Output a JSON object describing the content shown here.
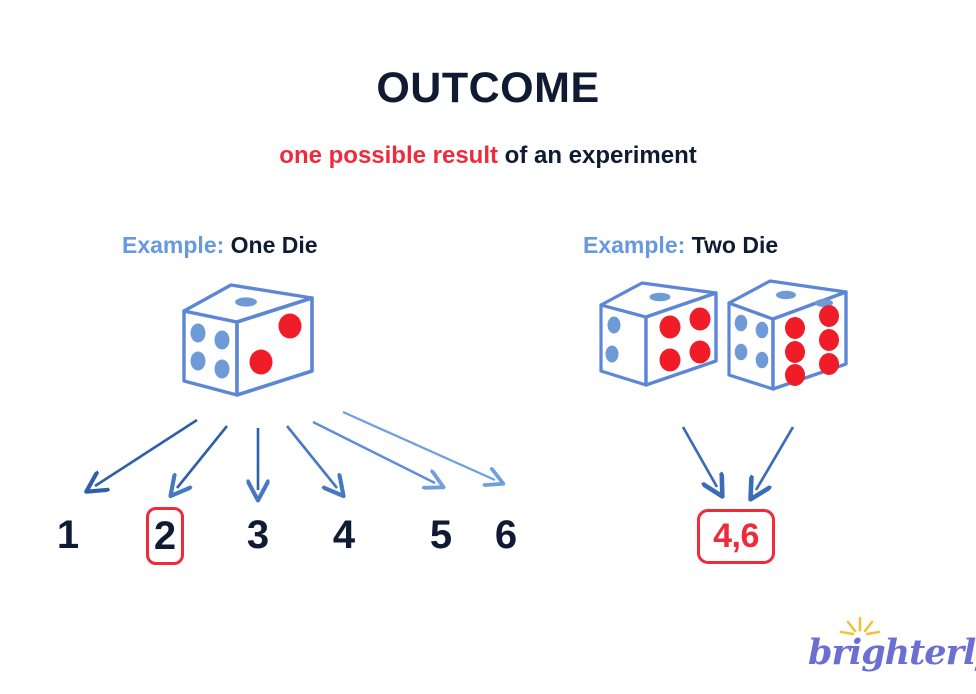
{
  "page": {
    "title": "OUTCOME",
    "subtitle": {
      "accent_text": "one possible result",
      "rest_text": " of an experiment"
    },
    "background_color": "#ffffff"
  },
  "colors": {
    "navy": "#0E1B33",
    "red": "#ED2B3A",
    "blue_accent": "#6699E0",
    "die_outline": "#5C86D6",
    "pip_blue": "#6E9BD8",
    "pip_red": "#F01C28",
    "arrow_blue_dark": "#2F5FA8",
    "arrow_blue_light": "#6FA0DC",
    "logo_purple": "#6B6FD4",
    "logo_yellow": "#F5C13B"
  },
  "examples": {
    "one_die": {
      "lead_label": "Example:",
      "title": "One Die",
      "die": {
        "front_face_pips": 2,
        "front_face_pip_color": "red",
        "left_face_pips": 4,
        "left_face_pip_color": "blue",
        "top_face_pips": 1,
        "top_face_pip_color": "blue"
      },
      "arrow_count": 6,
      "outcomes": [
        "1",
        "2",
        "3",
        "4",
        "5",
        "6"
      ],
      "highlighted_outcome": "2"
    },
    "two_die": {
      "lead_label": "Example:",
      "title": "Two Die",
      "dice": [
        {
          "front_face_pips": 4,
          "front_face_pip_color": "red",
          "left_face_pips": 2,
          "left_face_pip_color": "blue",
          "top_face_pips": 1,
          "top_face_pip_color": "blue"
        },
        {
          "front_face_pips": 6,
          "front_face_pip_color": "red",
          "left_face_pips": 4,
          "left_face_pip_color": "blue",
          "top_face_pips": 2,
          "top_face_pip_color": "blue"
        }
      ],
      "arrow_count": 2,
      "outcome": "4,6"
    }
  },
  "brand": {
    "name": "brighterly",
    "icon": "sunburst-icon"
  }
}
